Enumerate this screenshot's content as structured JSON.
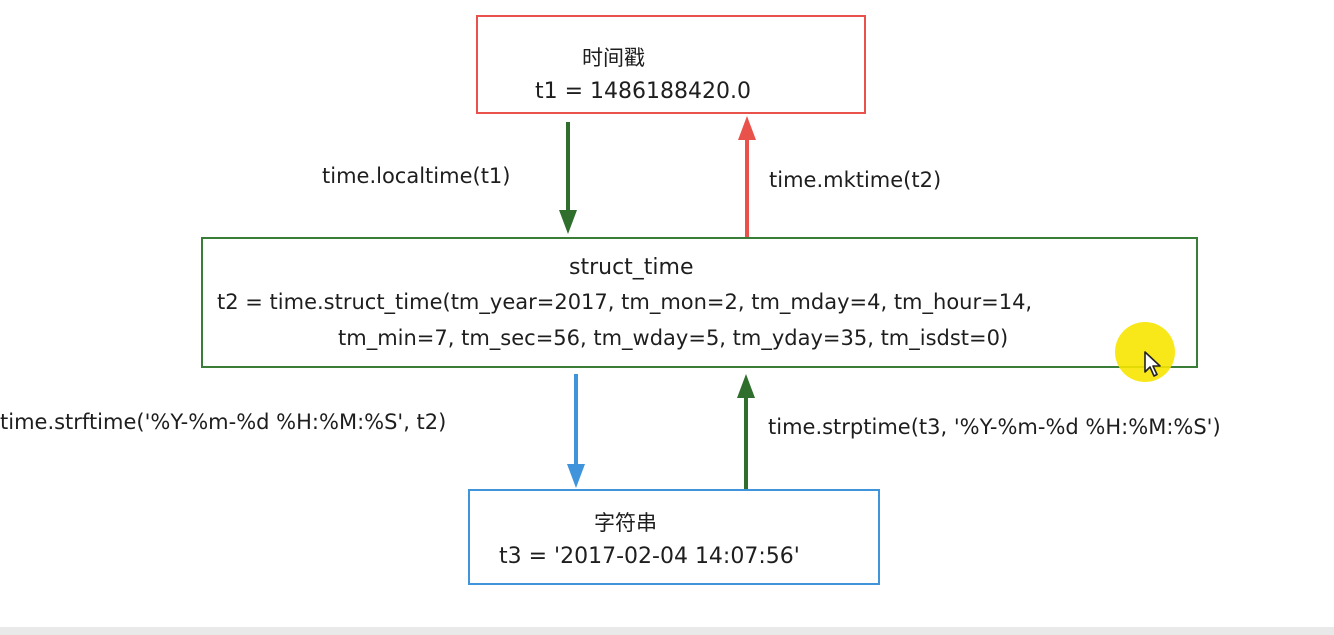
{
  "timestamp_box": {
    "title": "时间戳",
    "value": "t1 = 1486188420.0"
  },
  "struct_box": {
    "title": "struct_time",
    "line1": "t2 = time.struct_time(tm_year=2017, tm_mon=2, tm_mday=4, tm_hour=14,",
    "line2": "tm_min=7, tm_sec=56, tm_wday=5, tm_yday=35, tm_isdst=0)"
  },
  "string_box": {
    "title": "字符串",
    "value": "t3 = '2017-02-04 14:07:56'"
  },
  "edges": {
    "localtime": "time.localtime(t1)",
    "mktime": "time.mktime(t2)",
    "strftime": "time.strftime('%Y-%m-%d %H:%M:%S', t2)",
    "strptime": "time.strptime(t3, '%Y-%m-%d %H:%M:%S')"
  },
  "colors": {
    "timestamp_border": "#e8524a",
    "struct_border": "#3a7d38",
    "string_border": "#3f94db",
    "arrow_localtime": "#2f6e2c",
    "arrow_mktime": "#e8524a",
    "arrow_strftime": "#3f94db",
    "arrow_strptime": "#2f6e2c",
    "cursor_highlight": "#f7e500"
  },
  "icons": {
    "cursor": "mouse-pointer-icon"
  }
}
